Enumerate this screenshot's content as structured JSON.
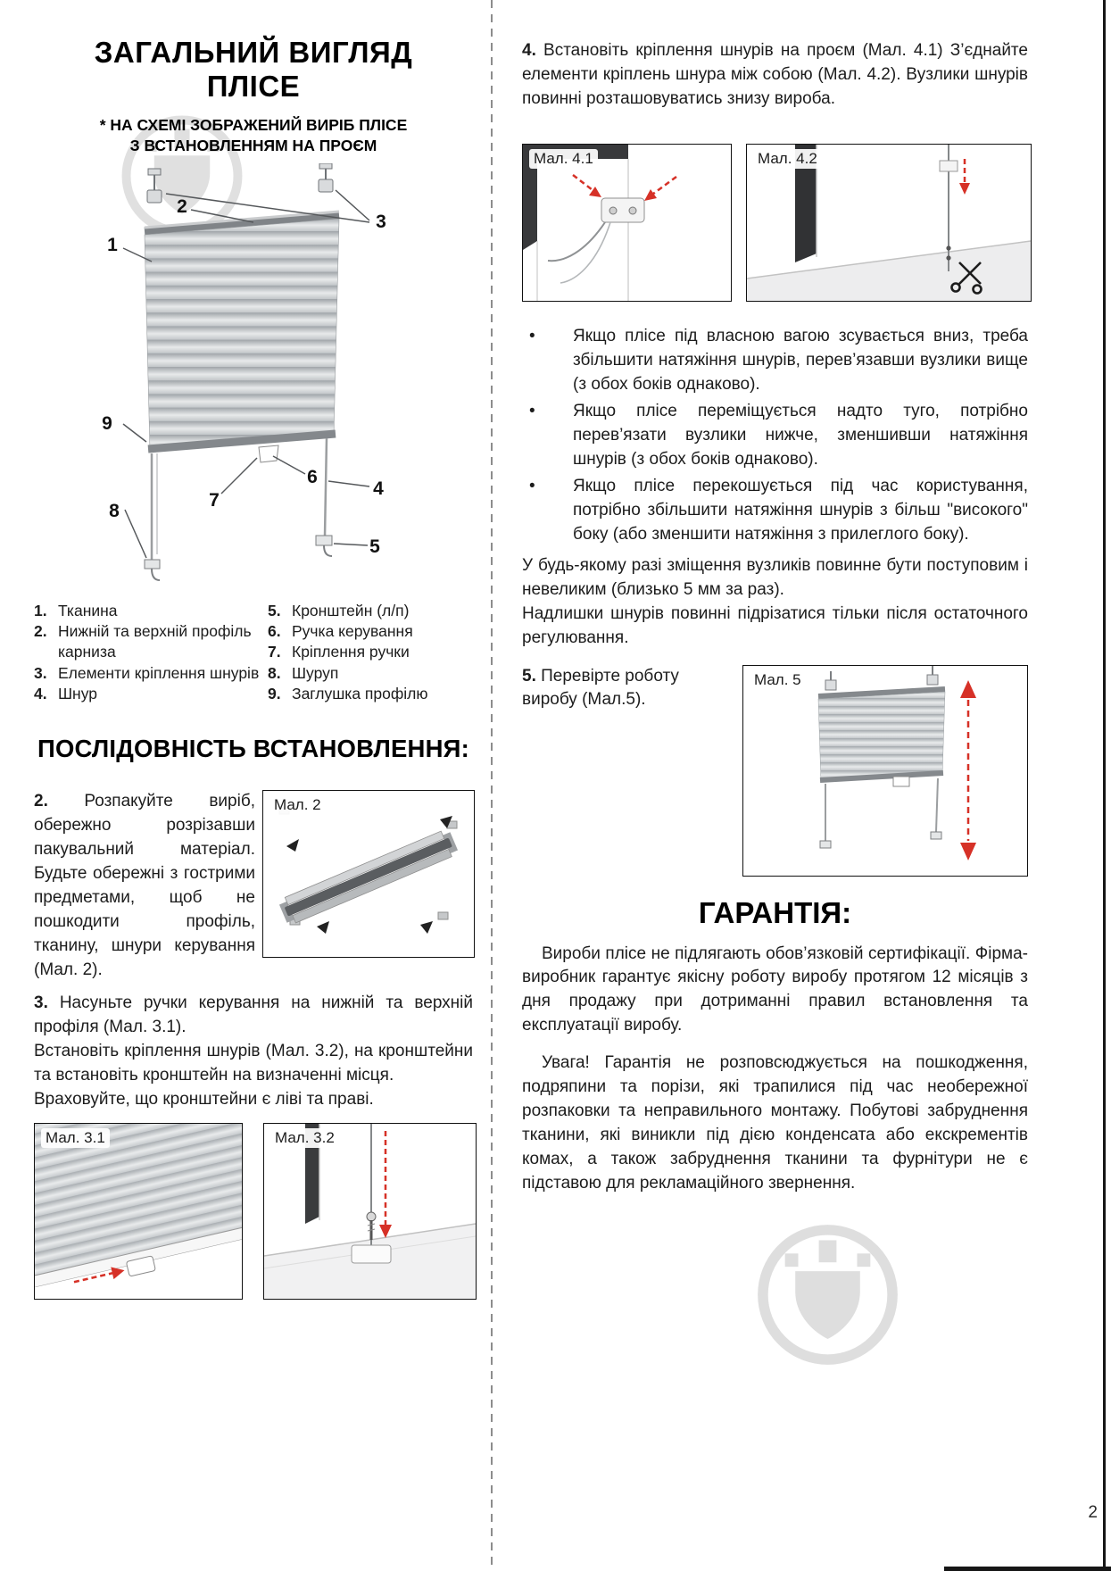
{
  "page": {
    "number": "2"
  },
  "colors": {
    "accent_red": "#d63127",
    "text": "#1c1c1c"
  },
  "icons": {
    "bullet": "•",
    "scissors": "✂"
  },
  "left": {
    "title_line1": "ЗАГАЛЬНИЙ ВИГЛЯД",
    "title_line2": "ПЛІСЕ",
    "subtitle_line1": "* НА СХЕМІ ЗОБРАЖЕНИЙ ВИРІБ ПЛІСЕ",
    "subtitle_line2": "З ВСТАНОВЛЕННЯМ НА ПРОЄМ",
    "diagram_labels": [
      "1",
      "2",
      "3",
      "4",
      "5",
      "6",
      "7",
      "8",
      "9"
    ],
    "legend_col1": [
      {
        "num": "1.",
        "text": "Тканина"
      },
      {
        "num": "2.",
        "text": "Нижній та верхній профіль карниза"
      },
      {
        "num": "3.",
        "text": "Елементи кріплення шнурів"
      },
      {
        "num": "4.",
        "text": "Шнур"
      }
    ],
    "legend_col2": [
      {
        "num": "5.",
        "text": "Кронштейн (л/п)"
      },
      {
        "num": "6.",
        "text": "Ручка керування"
      },
      {
        "num": "7.",
        "text": "Кріплення ручки"
      },
      {
        "num": "8.",
        "text": "Шуруп"
      },
      {
        "num": "9.",
        "text": "Заглушка профілю"
      }
    ],
    "sequence_title": "ПОСЛІДОВНІСТЬ ВСТАНОВЛЕННЯ:",
    "step2_num": "2.",
    "step2_text": "Розпакуйте виріб, обережно розрізавши пакувальний матеріал. Будьте обережні з гострими предметами, щоб не пошкодити профіль, тканину, шнури керування (Мал. 2).",
    "fig2_label": "Мал. 2",
    "step3_num": "3.",
    "step3_text1": "Насуньте ручки керування на нижній та верхній профіля (Мал. 3.1).",
    "step3_text2": "Встановіть кріплення шнурів (Мал. 3.2), на кронштейни та встановіть кронштейн на визначенні місця.",
    "step3_text3": "Враховуйте, що кронштейни є ліві та праві.",
    "fig31_label": "Мал. 3.1",
    "fig32_label": "Мал. 3.2"
  },
  "right": {
    "step4_num": "4.",
    "step4_text": "Встановіть кріплення шнурів на проєм (Мал. 4.1) З’єднайте елементи кріплень шнура між собою (Мал. 4.2). Вузлики шнурів повинні розташовуватись знизу вироба.",
    "fig41_label": "Мал. 4.1",
    "fig42_label": "Мал. 4.2",
    "bullets": [
      "Якщо плісе під власною вагою зсувається вниз, треба збільшити натяжіння шнурів, перев’язавши вузлики вище (з обох боків однаково).",
      "Якщо плісе переміщується надто туго, потрібно перев’язати вузлики нижче, зменшивши натяжіння шнурів (з обох боків однаково).",
      "Якщо плісе перекошується під час користування, потрібно збільшити натяжіння шнурів з більш \"високого\" боку (або зменшити натяжіння з прилеглого боку)."
    ],
    "note1": "У будь-якому разі зміщення вузликів повинне бути поступовим і невеликим (близько 5 мм за раз).",
    "note2": "Надлишки шнурів повинні підрізатися тільки після остаточного регулювання.",
    "step5_num": "5.",
    "step5_text": "Перевірте роботу виробу (Мал.5).",
    "fig5_label": "Мал. 5",
    "warranty_title": "ГАРАНТІЯ:",
    "warranty_p1": "Вироби плісе не підлягають обов’язковій сертифікації. Фірма-виробник гарантує якісну роботу виробу протягом 12 місяців з дня продажу при дотриманні правил встановлення та експлуатації виробу.",
    "warranty_p2": "Увага! Гарантія не розповсюджується на пошкодження, подряпини та порізи, які трапилися під час необережної розпаковки та неправильного монтажу. Побутові забруднення тканини, які виникли під дією конденсата або екскрементів комах, а також забруднення тканини та фурнітури не є підставою для рекламаційного звернення."
  }
}
